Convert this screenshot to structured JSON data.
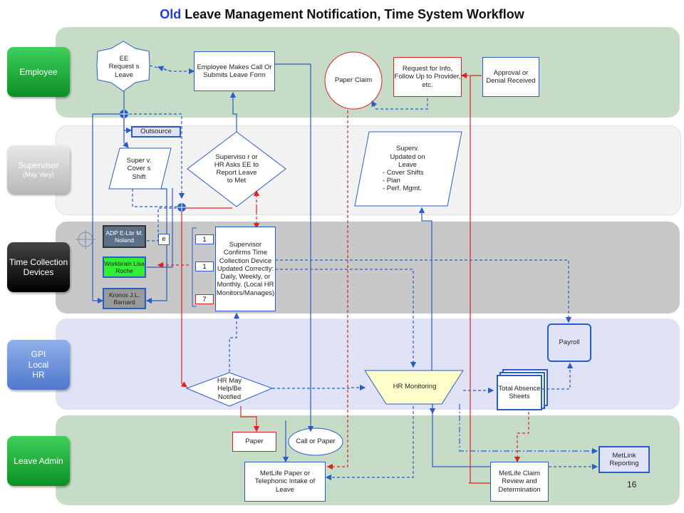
{
  "title": {
    "prefix": "Old",
    "rest": "Leave Management Notification, Time System  Workflow"
  },
  "lanes": {
    "employee": "Employee",
    "supervisor": "Supervisor",
    "supervisor_sub": "(May Vary)",
    "time": "Time Collection Devices",
    "gpi_1": "GPI",
    "gpi_2": "Local",
    "gpi_3": "HR",
    "leave": "Leave Admin"
  },
  "nodes": {
    "ee_request": "EE Request s Leave",
    "employee_call": "Employee Makes Call Or Submits Leave Form",
    "paper_claim": "Paper Claim",
    "request_info": "Request for Info, Follow Up to Provider, etc.",
    "approval": "Approval or Denial Received",
    "outsource": "Outsource",
    "super_covers": "Super v. Cover s Shift",
    "supervisor_asks": "Superviso r or HR Asks EE to Report Leave to Met",
    "superv_updated": "Superv. Updated on Leave",
    "superv_updated_items": [
      "-    Cover Shifts",
      "-    Plan",
      "-    Perf. Mgmt."
    ],
    "adp": "ADP E-Lbr M. Noland",
    "e_box": "e",
    "workbrain": "Workbrain Lisa Roche",
    "kronos": "Kronos J.L. Barnard",
    "num1": "1",
    "num2": "1",
    "num3": "7",
    "supervisor_confirms": "Supervisor Confirms Time Collection Device Updated Correctly: Daily, Weekly, or Monthly. (Local HR Monitors/Manages)",
    "payroll": "Payroll",
    "hr_may": "HR May Help/Be Notified",
    "hr_monitoring": "HR Monitoring",
    "total_absence": "Total Absence Sheets",
    "paper": "Paper",
    "call_or_paper": "Call or Paper",
    "metlife_intake": "MetLife Paper or Telephonic Intake of Leave",
    "metlife_claim": "MetLife Claim Review and Determination",
    "metlink": "MetLink Reporting"
  },
  "page_number": "16",
  "colors": {
    "flow_blue": "#2a5cc8",
    "flow_red": "#dd2222",
    "lane_green": "#c7dcc7",
    "lane_grey": "#c8c8c8",
    "lane_lavender": "#dfe3f5",
    "button_green": "#17a32e",
    "button_black": "#111111",
    "button_blue": "#6a8fd8"
  }
}
